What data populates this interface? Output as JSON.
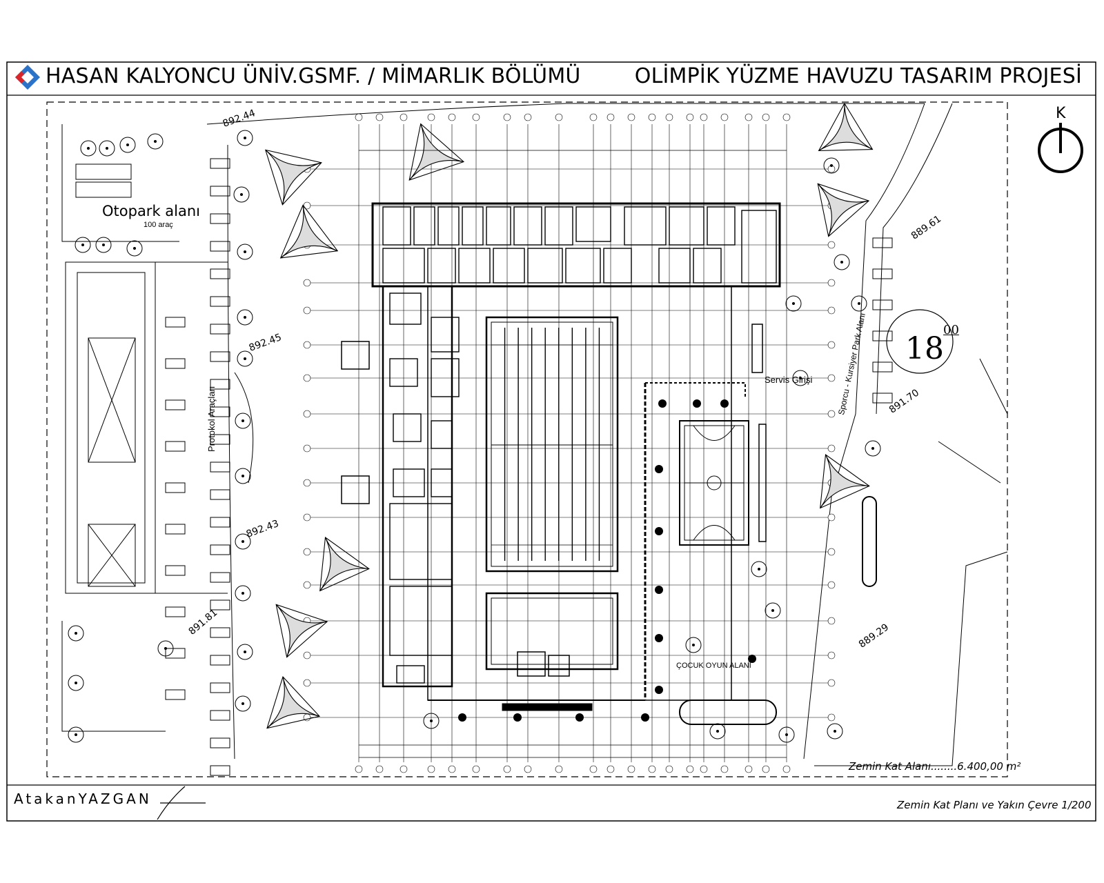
{
  "header": {
    "left_title": "HASAN KALYONCU ÜNİV.GSMF. / MİMARLIK BÖLÜMÜ",
    "right_title": "OLİMPİK YÜZME HAVUZU TASARIM PROJESİ",
    "logo": "hku-logo"
  },
  "site": {
    "parking_label": "Otopark alanı",
    "parking_capacity": "100 araç",
    "protocol_label": "Protokol Araçları",
    "service_entrance": "Servis Girişi",
    "athlete_parking": "Sporcu - Kursiyer Park Alanı",
    "playground": "ÇOCUK OYUN ALANI",
    "levels": [
      "892.44",
      "889.61",
      "892.45",
      "891.70",
      "892.43",
      "891.81",
      "889.29"
    ]
  },
  "elevation_mark": {
    "value": "18",
    "sup": "00"
  },
  "north": {
    "label": "K",
    "icon": "north-arrow-icon"
  },
  "footer": {
    "floor_area": "Zemin Kat Alanı........6.400,00 m²",
    "sheet_title": "Zemin Kat Planı ve Yakın Çevre 1/200",
    "author": "AtakanYAZGAN"
  },
  "colors": {
    "ink": "#000000",
    "logo_red": "#d8262b",
    "logo_blue": "#2a73c8",
    "paper": "#ffffff"
  }
}
